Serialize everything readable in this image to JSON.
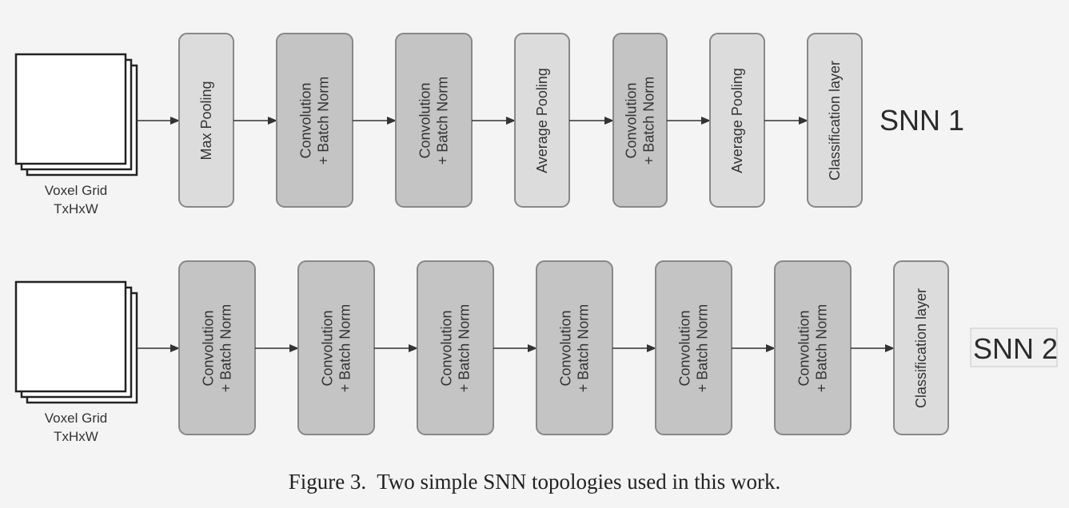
{
  "diagram": {
    "rows": [
      {
        "label": "SNN 1",
        "label_boxed": false,
        "input": {
          "line1": "Voxel Grid",
          "line2": "TxHxW"
        },
        "blocks": [
          {
            "lines": [
              "Max Pooling"
            ],
            "shade": "light"
          },
          {
            "lines": [
              "Convolution",
              "+ Batch Norm"
            ],
            "shade": "dark"
          },
          {
            "lines": [
              "Convolution",
              "+ Batch Norm"
            ],
            "shade": "dark"
          },
          {
            "lines": [
              "Average Pooling"
            ],
            "shade": "light"
          },
          {
            "lines": [
              "Convolution",
              "+ Batch Norm"
            ],
            "shade": "dark"
          },
          {
            "lines": [
              "Average Pooling"
            ],
            "shade": "light"
          },
          {
            "lines": [
              "Classification layer"
            ],
            "shade": "light"
          }
        ]
      },
      {
        "label": "SNN 2",
        "label_boxed": true,
        "input": {
          "line1": "Voxel Grid",
          "line2": "TxHxW"
        },
        "blocks": [
          {
            "lines": [
              "Convolution",
              "+ Batch Norm"
            ],
            "shade": "dark"
          },
          {
            "lines": [
              "Convolution",
              "+ Batch Norm"
            ],
            "shade": "dark"
          },
          {
            "lines": [
              "Convolution",
              "+ Batch Norm"
            ],
            "shade": "dark"
          },
          {
            "lines": [
              "Convolution",
              "+ Batch Norm"
            ],
            "shade": "dark"
          },
          {
            "lines": [
              "Convolution",
              "+ Batch Norm"
            ],
            "shade": "dark"
          },
          {
            "lines": [
              "Convolution",
              "+ Batch Norm"
            ],
            "shade": "dark"
          },
          {
            "lines": [
              "Classification layer"
            ],
            "shade": "light"
          }
        ]
      }
    ],
    "colors": {
      "light_fill": "#dcdcdc",
      "dark_fill": "#c4c4c4",
      "block_stroke": "#888888",
      "arrow": "#333333",
      "background": "#f4f4f4"
    }
  },
  "caption": "Figure 3.  Two simple SNN topologies used in this work."
}
